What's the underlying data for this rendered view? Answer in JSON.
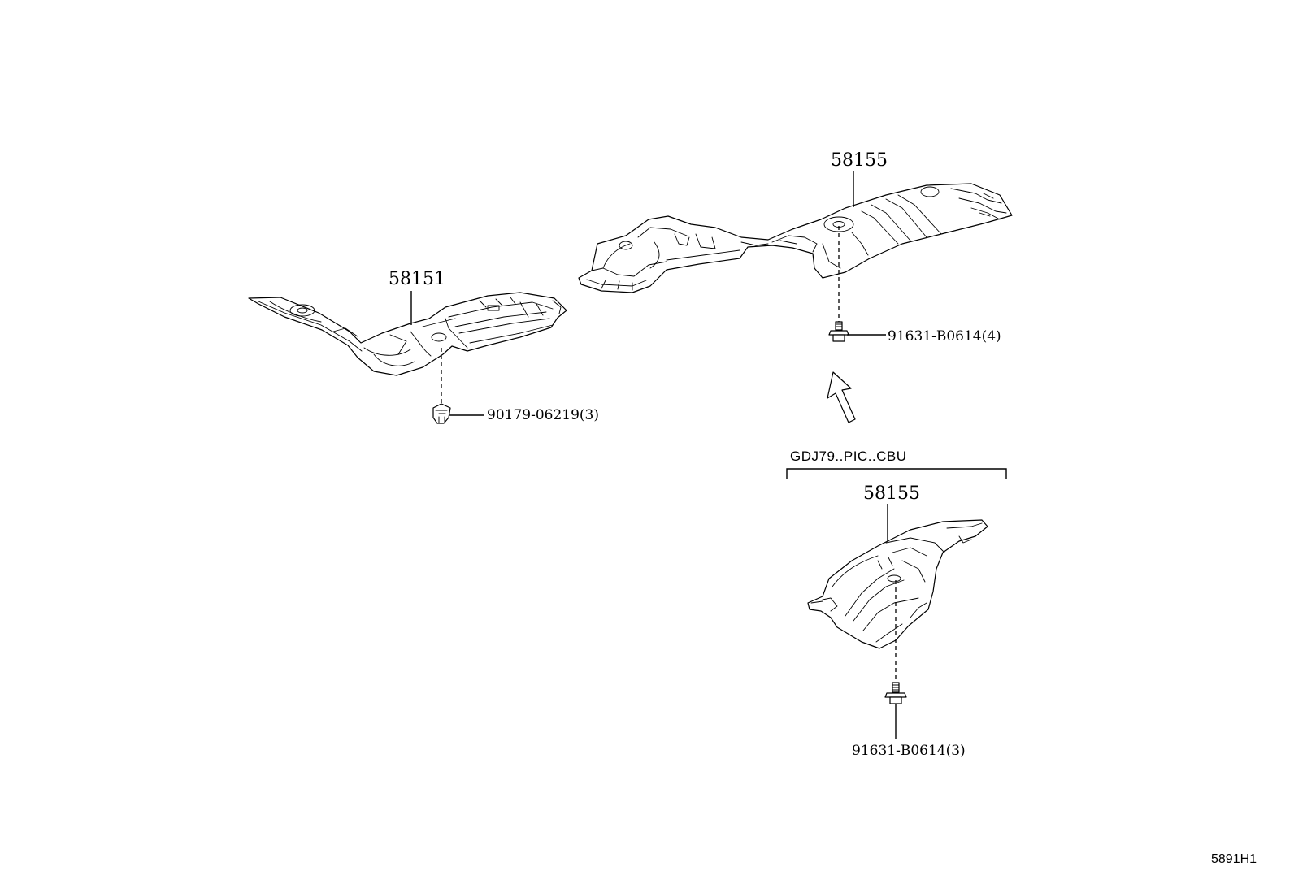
{
  "diagram": {
    "parts": {
      "left_cover": {
        "number": "58151"
      },
      "center_cover": {
        "number": "58155"
      },
      "variant_cover": {
        "number": "58155"
      }
    },
    "fasteners": {
      "clip_left": {
        "ref": "90179-06219(3)"
      },
      "bolt_center": {
        "ref": "91631-B0614(4)"
      },
      "bolt_variant": {
        "ref": "91631-B0614(3)"
      }
    },
    "variant_group": {
      "label": "GDJ79..PIC..CBU"
    },
    "diagram_code": "5891H1",
    "colors": {
      "line": "#000000",
      "background": "#ffffff"
    }
  }
}
